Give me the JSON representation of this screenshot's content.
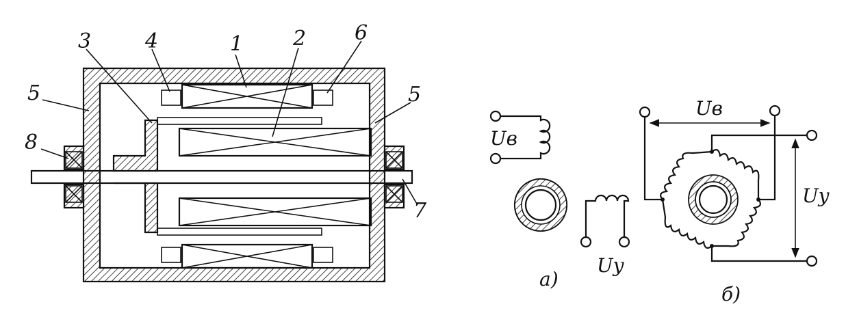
{
  "left_figure": {
    "labels": [
      "1",
      "2",
      "3",
      "4",
      "5",
      "5",
      "6",
      "7",
      "8"
    ]
  },
  "figure_a": {
    "excitation_voltage": "Uв",
    "control_voltage": "Uу",
    "caption": "а)"
  },
  "figure_b": {
    "excitation_voltage": "Uв",
    "control_voltage": "Uу",
    "caption": "б)"
  },
  "colors": {
    "ink": "#111111",
    "background": "#ffffff"
  }
}
